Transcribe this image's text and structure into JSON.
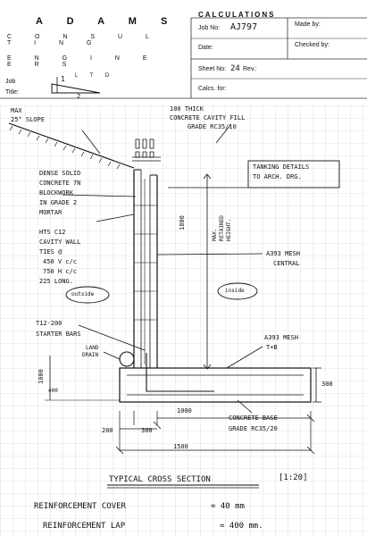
{
  "company": {
    "line1": "A D A M S",
    "line2": "C O N S U L T I N G",
    "line3": "E N G I N E E R S",
    "line4": "L T D"
  },
  "header": {
    "calculations": "CALCULATIONS",
    "job_no_label": "Job No:",
    "job_no_value": "AJ797",
    "made_by_label": "Made by:",
    "date_label": "Date:",
    "checked_by_label": "Checked by:",
    "sheet_no_label": "Sheet No:",
    "sheet_no_value": "24",
    "rev_label": "Rev.:",
    "calcs_for_label": "Calcs. for:",
    "job_label": "Job",
    "title_label": "Title:",
    "fraction_num": "1",
    "fraction_den": "2"
  },
  "notes": {
    "slope": [
      "MAX",
      "25° SLOPE"
    ],
    "cavity_fill": [
      "100 THICK",
      "CONCRETE CAVITY FILL",
      "GRADE RC35/10"
    ],
    "tanking": [
      "TANKING DETAILS",
      "TO ARCH. DRG."
    ],
    "blockwork": [
      "DENSE SOLID",
      "CONCRETE 7N",
      "BLOCKWORK",
      "IN GRADE 2",
      "MORTAR"
    ],
    "ties": [
      "HTS C12",
      "CAVITY WALL",
      "TIES @",
      "450 V c/c",
      "750 H c/c",
      "225 LONG."
    ],
    "max_retained": [
      "MAX.",
      "RETAINED",
      "HEIGHT."
    ],
    "dim_1800": "1800",
    "mesh_central": [
      "A393 MESH",
      "CENTRAL"
    ],
    "outside": "outside",
    "inside": "inside",
    "starter_bars": [
      "T12-200",
      "STARTER BARS"
    ],
    "land_drain": [
      "LAND",
      "DRAIN"
    ],
    "mesh_tb": [
      "A393 MESH",
      "T+B"
    ],
    "dim_1000_left": "1000",
    "dim_400": "400",
    "dim_300_right": "300",
    "dim_1000_bottom": "1000",
    "dim_200": "200",
    "dim_300_bottom": "300",
    "dim_1500": "1500",
    "base": [
      "CONCRETE BASE",
      "GRADE RC35/20"
    ],
    "section_title": "TYPICAL CROSS SECTION",
    "scale": "[1:20]",
    "cover_label": "REINFORCEMENT COVER",
    "cover_value": "= 40 mm",
    "lap_label": "REINFORCEMENT LAP",
    "lap_value": "= 400 mm."
  }
}
